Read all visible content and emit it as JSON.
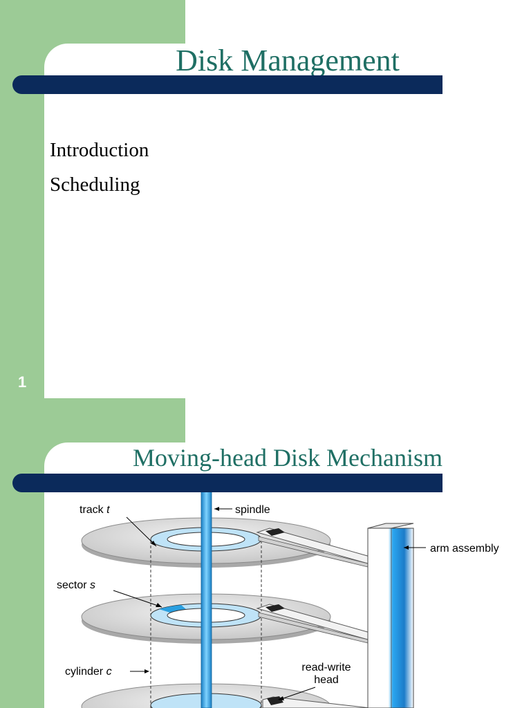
{
  "slide1": {
    "title": "Disk Management",
    "bullets": [
      "Introduction",
      "Scheduling"
    ],
    "slide_number": "1"
  },
  "slide2": {
    "title": "Moving-head Disk Mechanism",
    "diagram": {
      "track_label": "track",
      "track_var": "t",
      "spindle_label": "spindle",
      "arm_label": "arm assembly",
      "sector_label": "sector",
      "sector_var": "s",
      "cylinder_label": "cylinder",
      "cylinder_var": "c",
      "head_label_line1": "read-write",
      "head_label_line2": "head"
    }
  },
  "colors": {
    "green": "#9ccb96",
    "navy": "#0b2a5b",
    "title_teal": "#1f6f64",
    "spindle_blue": "#2a9fe0"
  }
}
